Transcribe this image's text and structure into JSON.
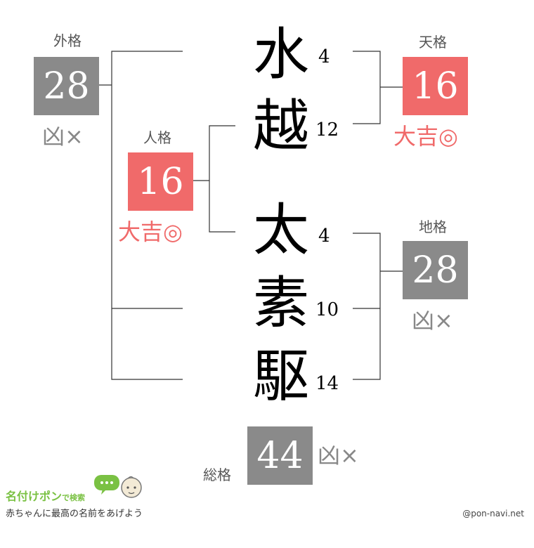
{
  "surname": {
    "chars": [
      {
        "char": "水",
        "strokes": "4"
      },
      {
        "char": "越",
        "strokes": "12"
      }
    ]
  },
  "given": {
    "chars": [
      {
        "char": "太",
        "strokes": "4"
      },
      {
        "char": "素",
        "strokes": "10"
      },
      {
        "char": "駆",
        "strokes": "14"
      }
    ]
  },
  "gaikaku": {
    "label": "外格",
    "value": "28",
    "fortune": "凶×"
  },
  "tenkaku": {
    "label": "天格",
    "value": "16",
    "fortune": "大吉◎"
  },
  "jinkaku": {
    "label": "人格",
    "value": "16",
    "fortune": "大吉◎"
  },
  "chikaku": {
    "label": "地格",
    "value": "28",
    "fortune": "凶×"
  },
  "soukaku": {
    "label": "総格",
    "value": "44",
    "fortune": "凶×"
  },
  "colors": {
    "good": "#f06a6a",
    "bad": "#8a8a8a"
  },
  "brand": {
    "name": "名付けポン",
    "search": "で検索",
    "tagline": "赤ちゃんに最高の名前をあげよう",
    "credit": "@pon-navi.net"
  }
}
